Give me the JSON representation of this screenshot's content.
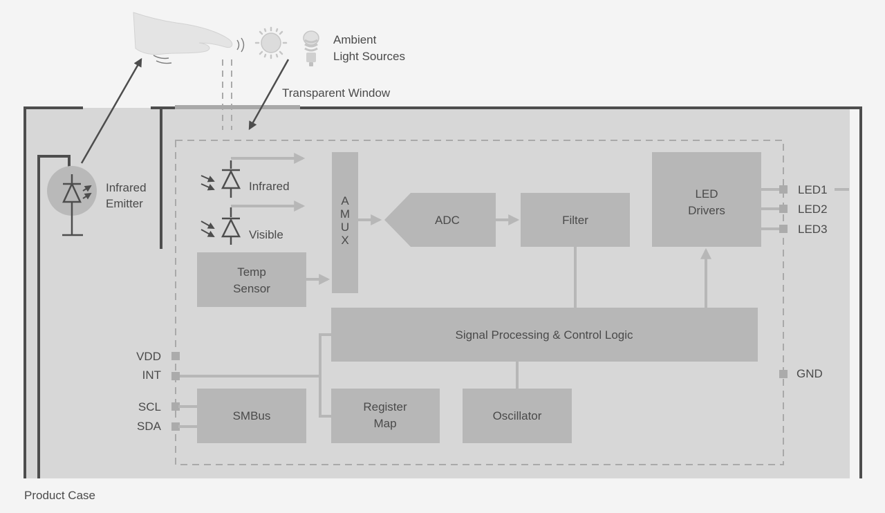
{
  "labels": {
    "ambient_line1": "Ambient",
    "ambient_line2": "Light Sources",
    "transparent_window": "Transparent Window",
    "infrared_emitter_line1": "Infrared",
    "infrared_emitter_line2": "Emitter",
    "product_case": "Product Case",
    "photodiode_infrared": "Infrared",
    "photodiode_visible": "Visible"
  },
  "blocks": {
    "amux": [
      "A",
      "M",
      "U",
      "X"
    ],
    "adc": "ADC",
    "filter": "Filter",
    "led_drivers_line1": "LED",
    "led_drivers_line2": "Drivers",
    "temp_sensor_line1": "Temp",
    "temp_sensor_line2": "Sensor",
    "signal_processing": "Signal Processing & Control Logic",
    "smbus": "SMBus",
    "register_map_line1": "Register",
    "register_map_line2": "Map",
    "oscillator": "Oscillator"
  },
  "pins": {
    "vdd": "VDD",
    "int": "INT",
    "scl": "SCL",
    "sda": "SDA",
    "gnd": "GND",
    "led1": "LED1",
    "led2": "LED2",
    "led3": "LED3"
  },
  "icons": {
    "hand": "hand-icon",
    "sun": "sun-icon",
    "bulb": "light-bulb-icon",
    "emitter": "led-emitter-icon",
    "photodiode": "photodiode-icon"
  },
  "colors": {
    "background": "#f4f4f4",
    "case_fill": "#d7d7d7",
    "block_fill": "#b7b7b7",
    "line_dark": "#4d4d4d",
    "text": "#4a4a4a"
  }
}
